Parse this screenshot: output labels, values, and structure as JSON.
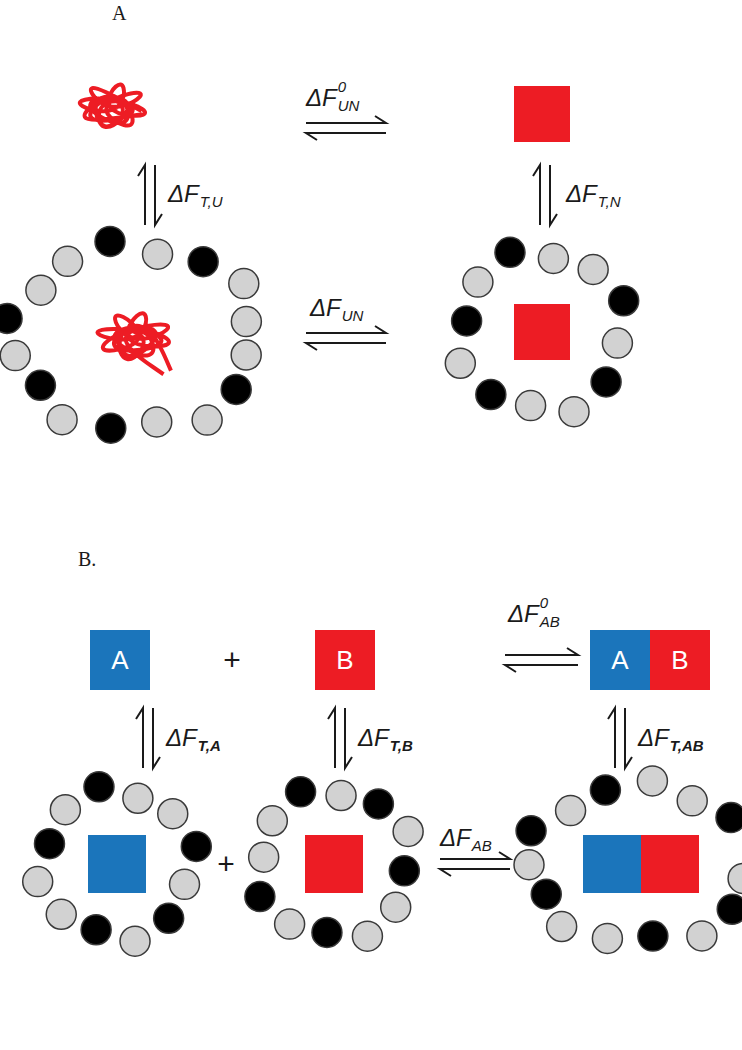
{
  "diagram": {
    "nodes": [
      {
        "text": [
          "A"
        ]
      },
      {
        "text": [
          "B"
        ]
      },
      {
        "text": [
          "A"
        ]
      },
      {
        "text": [
          "B"
        ]
      }
    ],
    "labels": [
      "A",
      "ΔF",
      "0",
      "UN",
      "ΔF",
      "T,U",
      "ΔF",
      "T,N",
      "ΔF",
      "UN",
      "B.",
      "+",
      "ΔF",
      "0",
      "AB",
      "ΔF",
      "T,A",
      "ΔF",
      "T,B",
      "ΔF",
      "T,AB",
      "+",
      "ΔF",
      "AB"
    ]
  }
}
